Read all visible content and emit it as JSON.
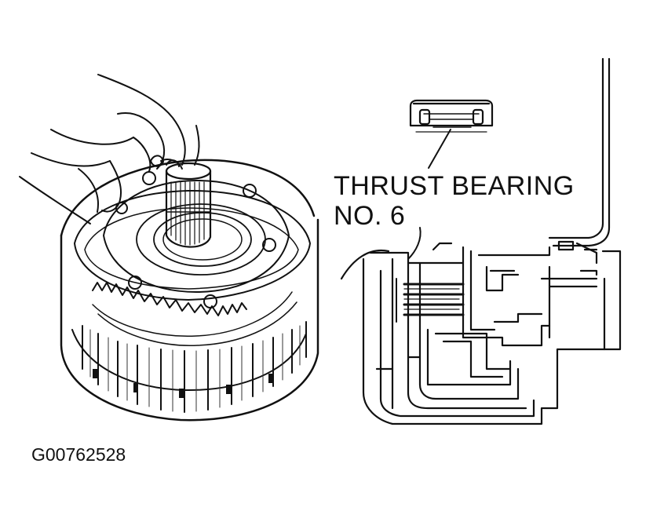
{
  "callout": {
    "line1": "THRUST BEARING",
    "line2": "NO. 6"
  },
  "figure_id": "G00762528",
  "colors": {
    "ink": "#111111",
    "paper": "#ffffff"
  }
}
